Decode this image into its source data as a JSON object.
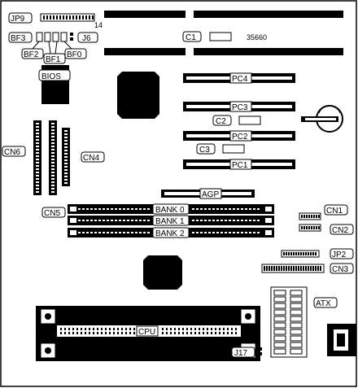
{
  "labels": {
    "jp9": "JP9",
    "jp9_pin": "14",
    "bf3": "BF3",
    "j6": "J6",
    "bf2": "BF2",
    "bf1": "BF1",
    "bf0": "BF0",
    "bios": "BIOS",
    "c1": "C1",
    "part_number": "35660",
    "pc4": "PC4",
    "pc3": "PC3",
    "c2": "C2",
    "pc2": "PC2",
    "c3": "C3",
    "pc1": "PC1",
    "cn6": "CN6",
    "cn4": "CN4",
    "cn5": "CN5",
    "agp": "AGP",
    "bank0": "BANK 0",
    "bank1": "BANK 1",
    "bank2": "BANK 2",
    "cn1": "CN1",
    "cn2": "CN2",
    "jp2": "JP2",
    "cn3": "CN3",
    "atx": "ATX",
    "cpu": "CPU",
    "j17": "J17"
  }
}
